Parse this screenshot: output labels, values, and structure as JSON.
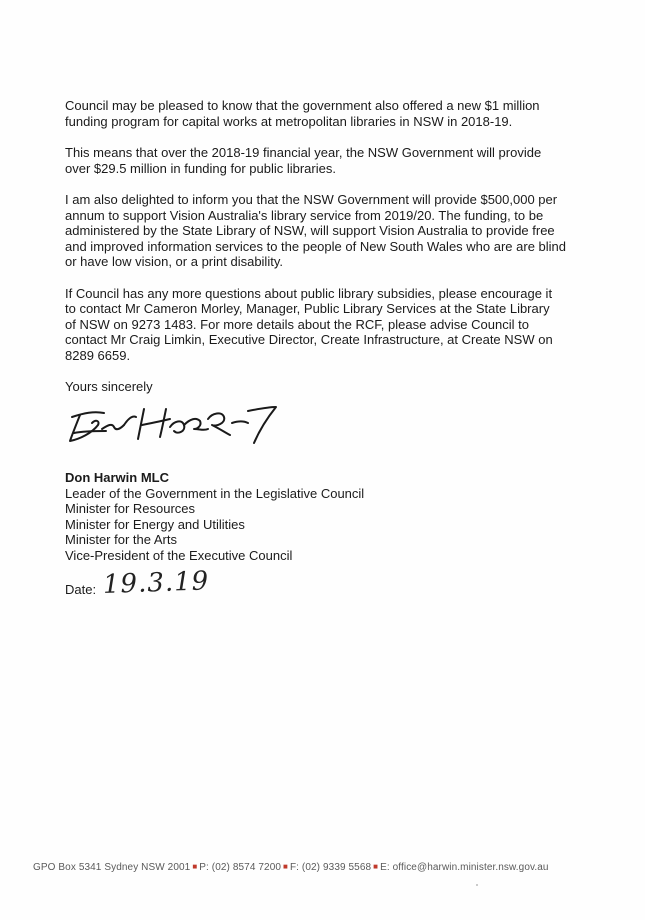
{
  "letter": {
    "paragraphs": [
      [
        "Council may be pleased to know that the government also offered a new $1 million",
        "funding program for capital works at metropolitan libraries in NSW in 2018-19."
      ],
      [
        "This means that over the 2018-19 financial year, the NSW Government will provide",
        "over $29.5 million in funding for public libraries."
      ],
      [
        "I am also delighted to inform you that the NSW Government will provide $500,000 per",
        "annum to support Vision Australia's library service from 2019/20. The funding, to be",
        "administered by the State Library of NSW, will support Vision Australia to provide free",
        "and improved information services to the people of New South Wales who are are blind",
        "or have low vision, or a print disability."
      ],
      [
        "If Council has any more questions about public library subsidies, please encourage it",
        "to contact Mr Cameron Morley, Manager, Public Library Services at the State Library",
        "of NSW on 9273 1483. For more details about the RCF, please advise Council to",
        "contact Mr Craig Limkin, Executive Director, Create Infrastructure, at Create NSW on",
        "8289 6659."
      ]
    ],
    "closing": "Yours sincerely"
  },
  "signer": {
    "name": "Don Harwin MLC",
    "roles": [
      "Leader of the Government in the Legislative Council",
      "Minister for Resources",
      "Minister for Energy and Utilities",
      "Minister for the Arts",
      "Vice-President of the Executive Council"
    ]
  },
  "date": {
    "label": "Date:",
    "handwritten": "19.3.19"
  },
  "footer": {
    "address": "GPO Box 5341 Sydney NSW 2001",
    "phone": "P: (02) 8574 7200",
    "fax": "F: (02) 9339 5568",
    "email": "E: office@harwin.minister.nsw.gov.au",
    "separator_color": "#c0392b"
  }
}
